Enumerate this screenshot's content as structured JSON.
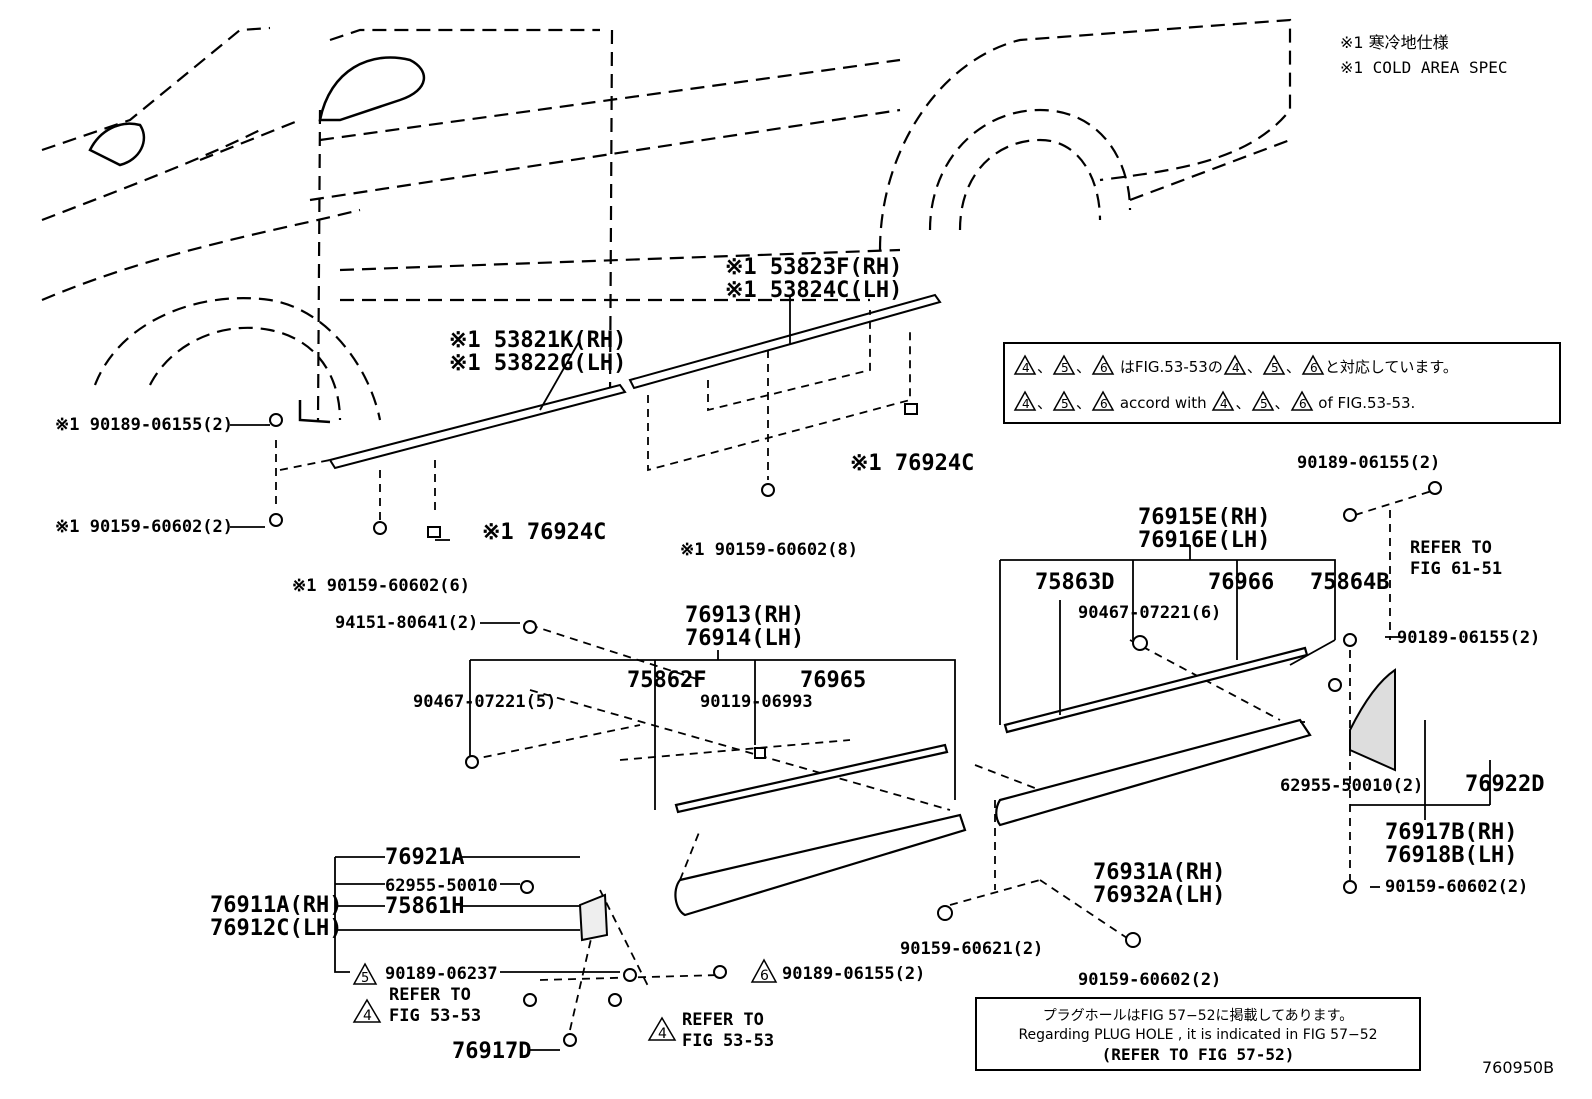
{
  "header_notes": {
    "line1": "※1 寒冷地仕様",
    "line2": "※1 COLD AREA SPEC"
  },
  "parts": {
    "p53823F": "※1 53823F(RH)",
    "p53824C": "※1 53824C(LH)",
    "p53821K": "※1 53821K(RH)",
    "p53822G": "※1 53822G(LH)",
    "p90189_06155_2_left": "※1 90189-06155(2)",
    "p90159_60602_2_left": "※1 90159-60602(2)",
    "p90159_60602_6": "※1 90159-60602(6)",
    "p76924C_a": "※1 76924C",
    "p76924C_b": "※1 76924C",
    "p90159_60602_8": "※1 90159-60602(8)",
    "p94151": "94151-80641(2)",
    "p76913": "76913(RH)",
    "p76914": "76914(LH)",
    "p75862F": "75862F",
    "p76965": "76965",
    "p90467_5": "90467-07221(5)",
    "p90119": "90119-06993",
    "p76915E": "76915E(RH)",
    "p76916E": "76916E(LH)",
    "p75863D": "75863D",
    "p76966": "76966",
    "p75864B": "75864B",
    "p90467_6": "90467-07221(6)",
    "p90189_06155_2_right_top": "90189-06155(2)",
    "refer_61_line1": "REFER TO",
    "refer_61_line2": "FIG 61-51",
    "p90189_06155_2_right_mid": "90189-06155(2)",
    "p62955_2": "62955-50010(2)",
    "p76922D": "76922D",
    "p76917B": "76917B(RH)",
    "p76918B": "76918B(LH)",
    "p90159_60602_2_right": "90159-60602(2)",
    "p76921A": "76921A",
    "p62955": "62955-50010",
    "p76911A": "76911A(RH)",
    "p76912C": "76912C(LH)",
    "p75861H": "75861H",
    "p90189_06237": "90189-06237",
    "tri5_left": "5",
    "tri4_left": "4",
    "refer_53_a_line1": "REFER TO",
    "refer_53_a_line2": "FIG 53-53",
    "p76917D": "76917D",
    "tri6": "6",
    "p90189_06155_2_bottom": "90189-06155(2)",
    "tri4_bottom": "4",
    "refer_53_b_line1": "REFER TO",
    "refer_53_b_line2": "FIG 53-53",
    "p76931A": "76931A(RH)",
    "p76932A": "76932A(LH)",
    "p90159_60621": "90159-60621(2)",
    "p90159_60602_2_bottom": "90159-60602(2)",
    "figure_id": "760950B"
  },
  "correspondence_note": {
    "tris": [
      "4",
      "5",
      "6"
    ],
    "jp_sep": "、",
    "jp_text_a": "はFIG.53-53の",
    "jp_text_b": "と対応しています。",
    "en_text_a": "accord with",
    "en_text_b": "of FIG.53-53."
  },
  "plug_note": {
    "jp": "プラグホールはFIG 57−52に掲載してあります。",
    "en": "Regarding  PLUG HOLE , it is indicated in FIG 57−52",
    "refer": "(REFER TO FIG 57-52)"
  }
}
